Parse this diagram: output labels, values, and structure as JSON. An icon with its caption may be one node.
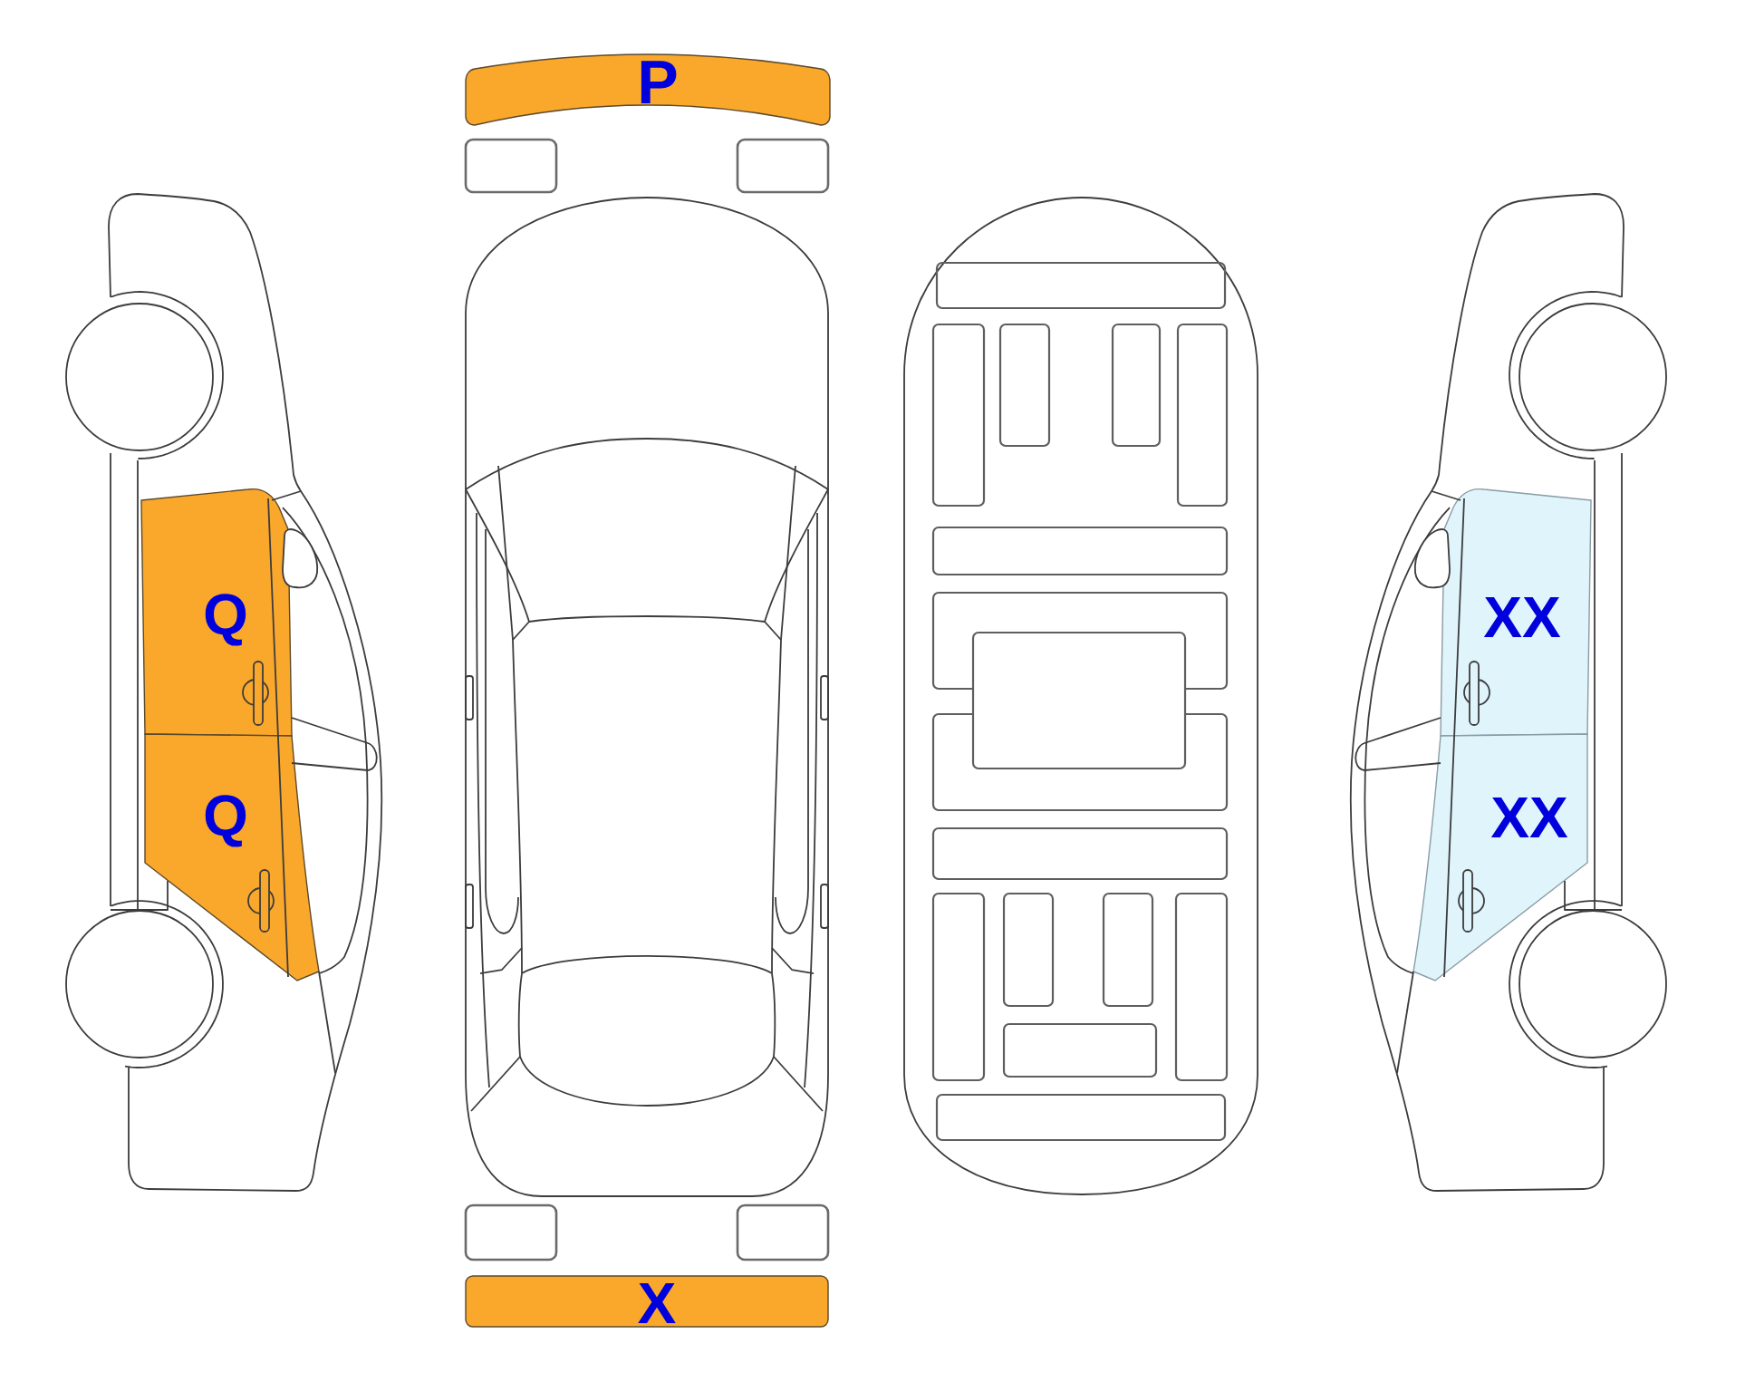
{
  "diagram": {
    "nodes": [
      {
        "text": [
          "P"
        ]
      },
      {
        "text": [
          "Q"
        ]
      },
      {
        "text": [
          "XX"
        ]
      },
      {
        "text": [
          "Q"
        ]
      },
      {
        "text": [
          "XX"
        ]
      },
      {
        "text": [
          "X"
        ]
      }
    ]
  }
}
